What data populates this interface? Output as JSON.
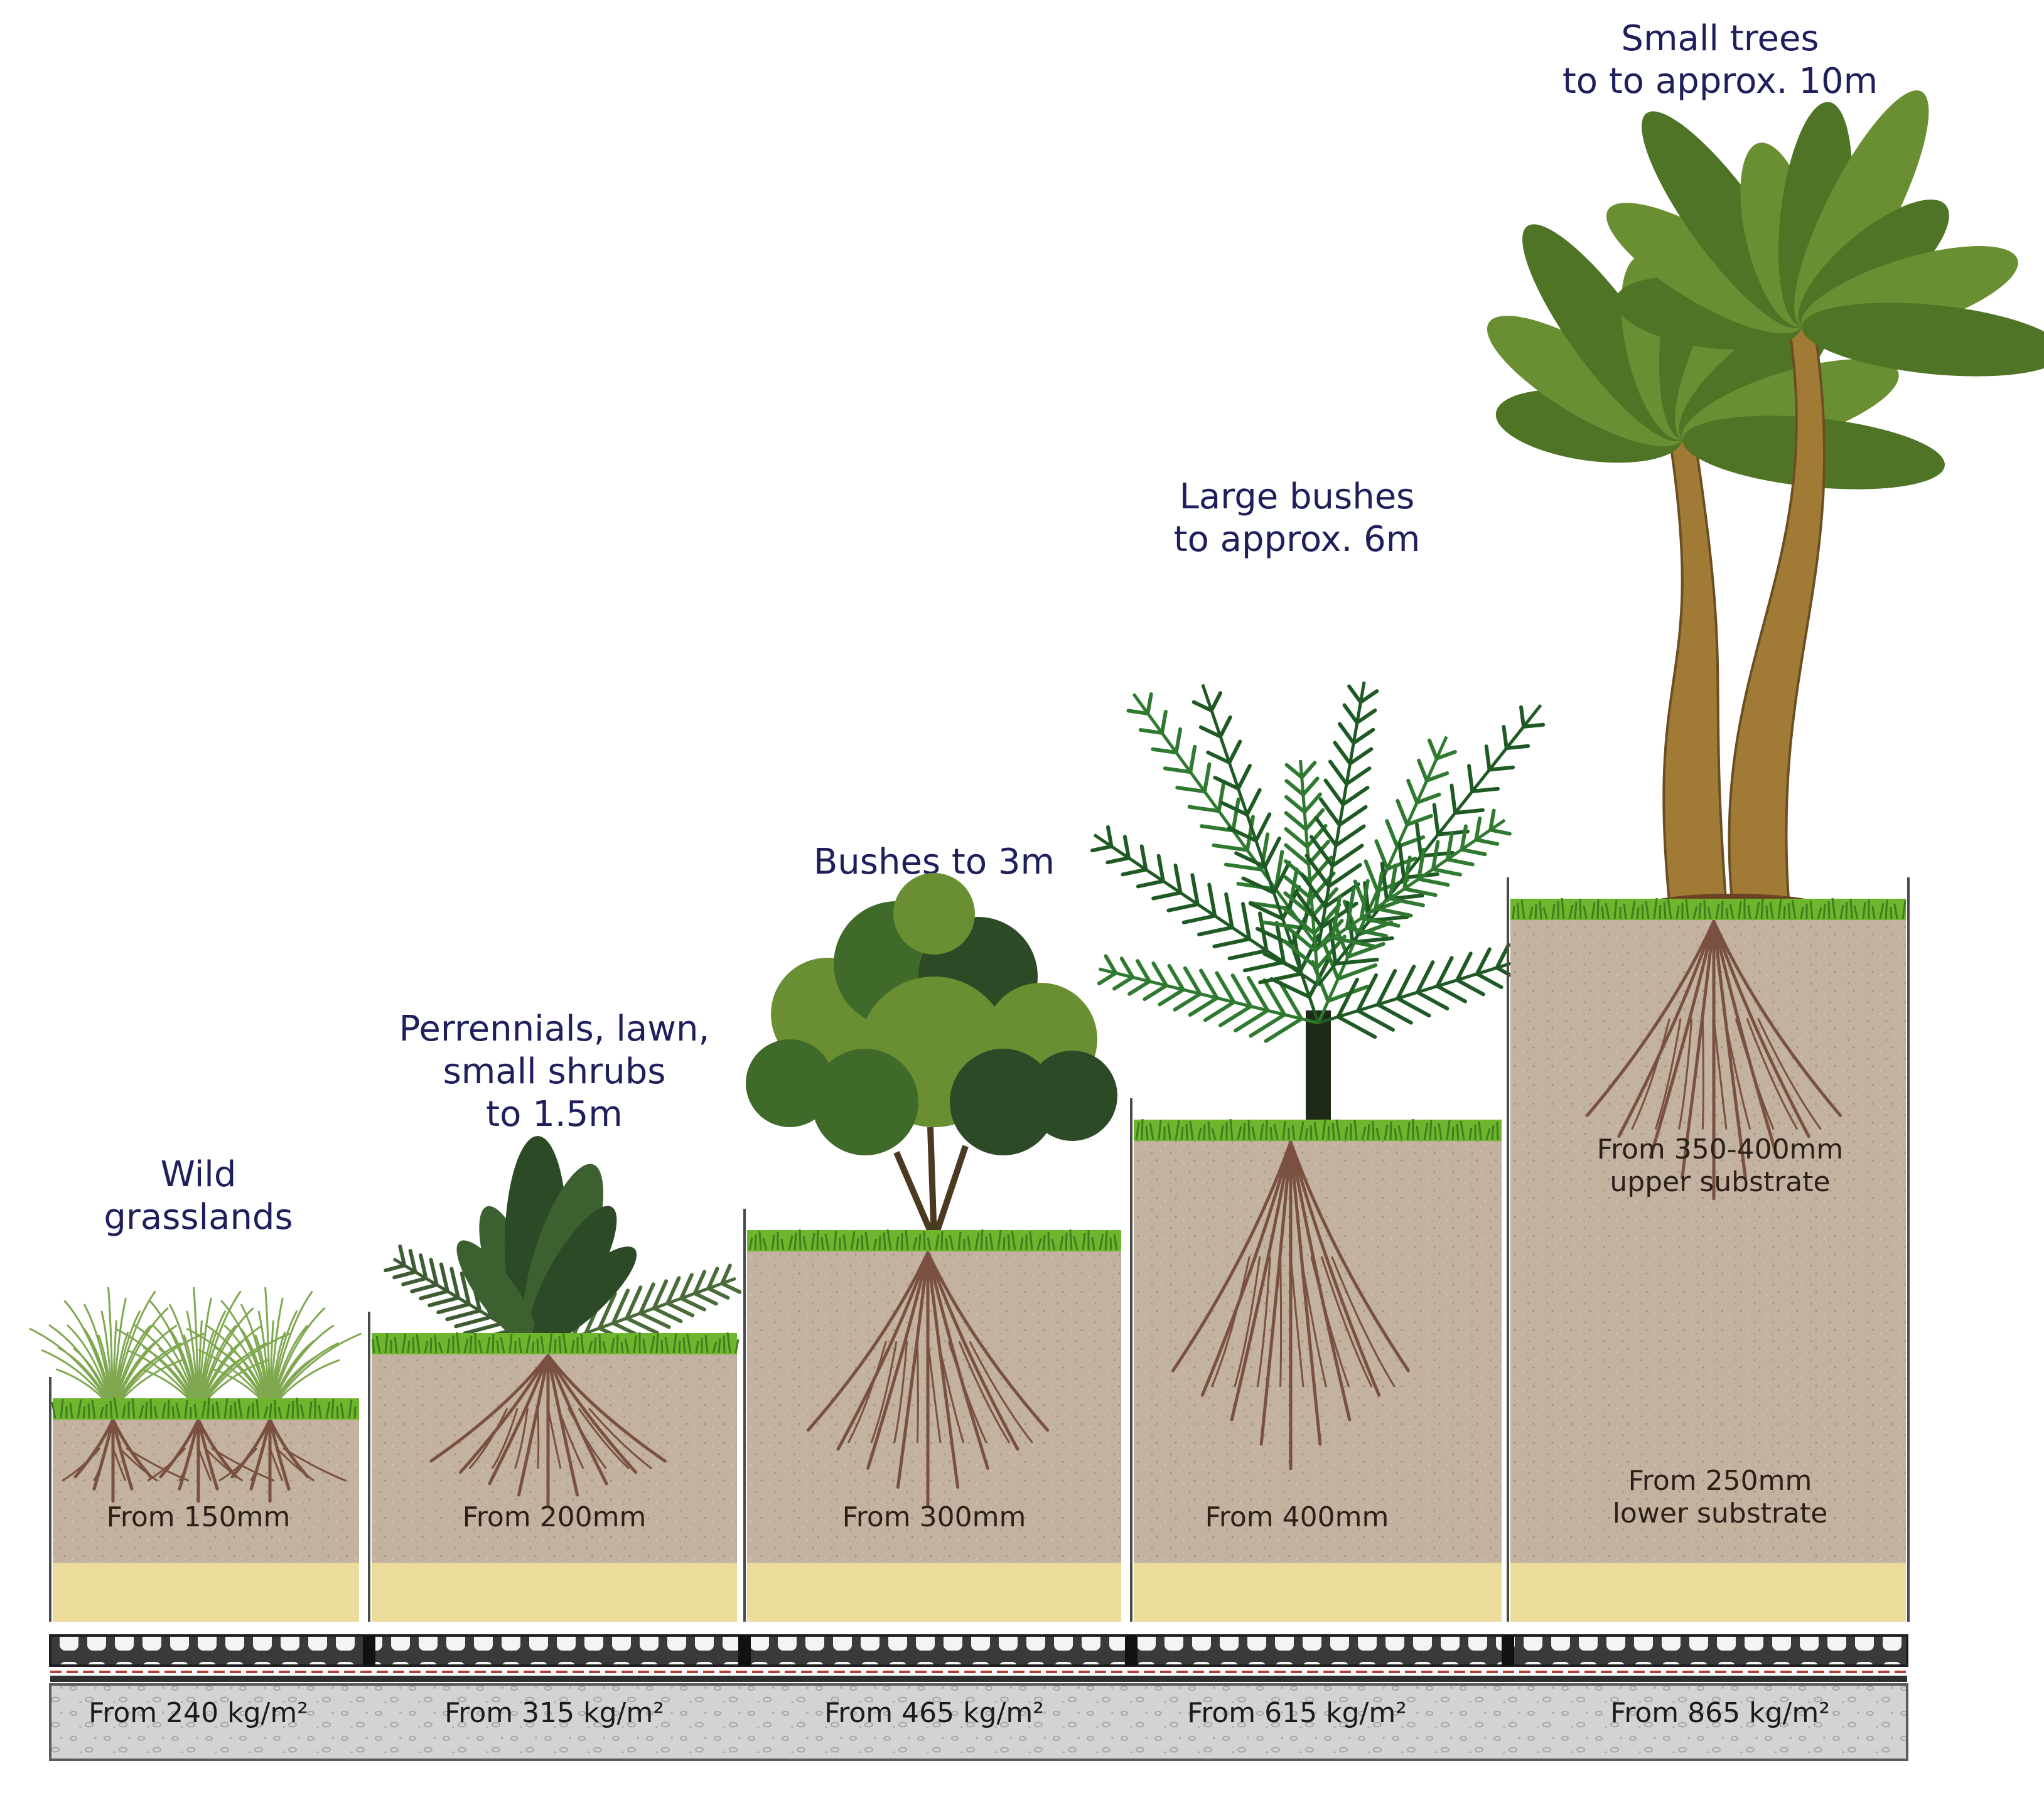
{
  "columns": [
    {
      "title_lines": [
        "Wild",
        "grasslands"
      ],
      "depth_lines": [
        "From 150mm"
      ],
      "load": "From 240 kg/m²",
      "plant_icon": "grass-icon"
    },
    {
      "title_lines": [
        "Perrennials, lawn,",
        "small shrubs",
        "to 1.5m"
      ],
      "depth_lines": [
        "From 200mm"
      ],
      "load": "From 315 kg/m²",
      "plant_icon": "fern-icon"
    },
    {
      "title_lines": [
        "Bushes to 3m"
      ],
      "depth_lines": [
        "From 300mm"
      ],
      "load": "From 465 kg/m²",
      "plant_icon": "bush-icon"
    },
    {
      "title_lines": [
        "Large bushes",
        "to approx. 6m"
      ],
      "depth_lines": [
        "From 400mm"
      ],
      "load": "From 615 kg/m²",
      "plant_icon": "palm-bush-icon"
    },
    {
      "title_lines": [
        "Small trees",
        "to to approx. 10m"
      ],
      "depth_lines_upper": [
        "From 350-400mm",
        "upper substrate"
      ],
      "depth_lines": [
        "From 250mm",
        "lower substrate"
      ],
      "load": "From 865 kg/m²",
      "plant_icon": "palm-tree-icon"
    }
  ],
  "colors": {
    "title_text": "#1f1f5c",
    "soil": "#c2b29f",
    "sand": "#ecdc9c",
    "grass": "#6fb62f",
    "root": "#7a5040",
    "drainage": "#2f2f2f",
    "concrete": "#d3d3d3",
    "foliage_dark": "#2d4a26",
    "foliage_light": "#6a8f32",
    "trunk": "#a17a35"
  }
}
